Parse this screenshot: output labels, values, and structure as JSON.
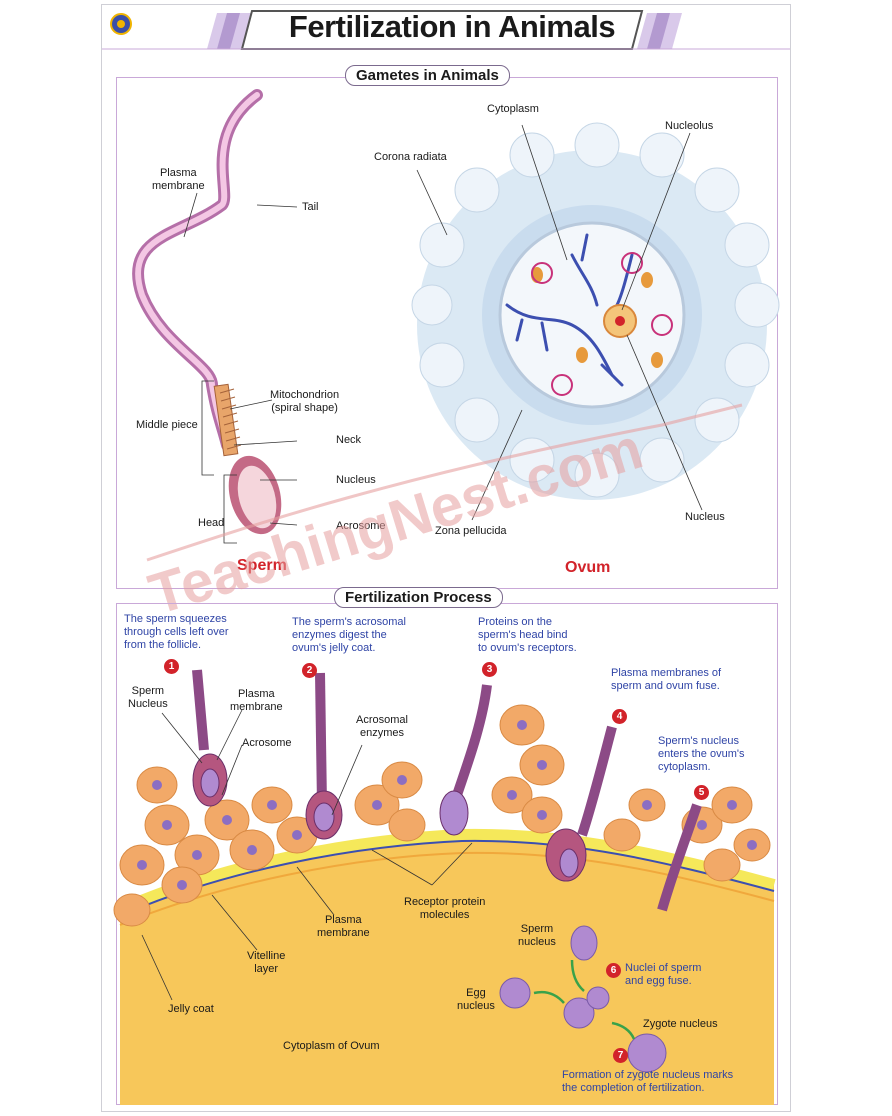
{
  "title": "Fertilization in Animals",
  "gametes": {
    "section_label": "Gametes in Animals",
    "sperm": {
      "caption": "Sperm",
      "labels": {
        "plasma_membrane": "Plasma\nmembrane",
        "tail": "Tail",
        "mitochondrion": "Mitochondrion\n(spiral shape)",
        "middle_piece": "Middle piece",
        "neck": "Neck",
        "nucleus": "Nucleus",
        "head": "Head",
        "acrosome": "Acrosome"
      }
    },
    "ovum": {
      "caption": "Ovum",
      "labels": {
        "cytoplasm": "Cytoplasm",
        "nucleolus": "Nucleolus",
        "corona_radiata": "Corona radiata",
        "nucleus": "Nucleus",
        "zona_pellucida": "Zona pellucida"
      }
    }
  },
  "process": {
    "section_label": "Fertilization Process",
    "steps": [
      {
        "num": "1",
        "text": "The sperm squeezes\nthrough cells left over\nfrom the follicle."
      },
      {
        "num": "2",
        "text": "The sperm's acrosomal\nenzymes digest the\novum's jelly coat."
      },
      {
        "num": "3",
        "text": "Proteins on the\nsperm's head bind\nto ovum's receptors."
      },
      {
        "num": "4",
        "text": "Plasma membranes of\nsperm and ovum fuse."
      },
      {
        "num": "5",
        "text": "Sperm's nucleus\nenters the ovum's\ncytoplasm."
      },
      {
        "num": "6",
        "text": "Nuclei of sperm\nand egg fuse."
      },
      {
        "num": "7",
        "text": "Formation of zygote nucleus marks\nthe completion of fertilization."
      }
    ],
    "labels": {
      "sperm_nucleus": "Sperm\nNucleus",
      "plasma_membrane_top": "Plasma\nmembrane",
      "acrosome": "Acrosome",
      "acrosomal_enzymes": "Acrosomal\nenzymes",
      "receptor_protein": "Receptor protein\nmolecules",
      "plasma_membrane": "Plasma\nmembrane",
      "vitelline_layer": "Vitelline\nlayer",
      "jelly_coat": "Jelly coat",
      "cytoplasm_of_ovum": "Cytoplasm of Ovum",
      "sperm_nucleus_2": "Sperm\nnucleus",
      "egg_nucleus": "Egg\nnucleus",
      "zygote_nucleus": "Zygote nucleus"
    }
  },
  "watermark": "TeachingNest.com",
  "colors": {
    "step_text": "#2f44a6",
    "caption_red": "#d2232a",
    "follicle_orange": "#f2a968",
    "ovum_yellow": "#f7c75a",
    "sperm_purple": "#8c4a86"
  }
}
